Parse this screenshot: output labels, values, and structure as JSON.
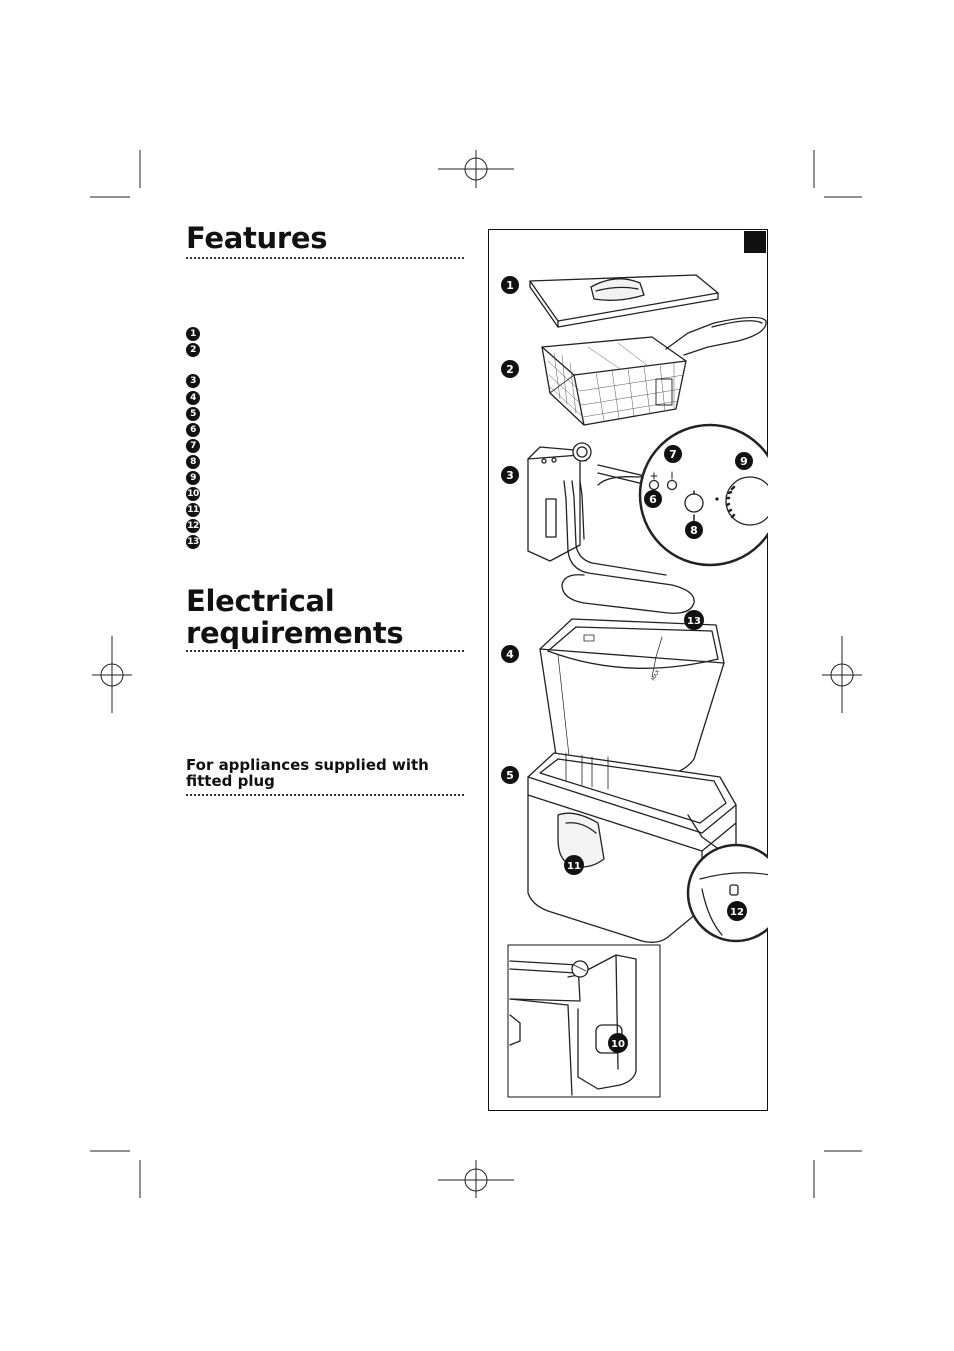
{
  "features": {
    "title": "Features",
    "list_numbers": [
      "1",
      "2",
      "3",
      "4",
      "5",
      "6",
      "7",
      "8",
      "9",
      "10",
      "11",
      "12",
      "13"
    ]
  },
  "electrical": {
    "title_line1": "Electrical",
    "title_line2": "requirements",
    "subheading": "For appliances supplied with fitted plug"
  },
  "figure": {
    "callouts": [
      "1",
      "2",
      "3",
      "4",
      "5",
      "6",
      "7",
      "8",
      "9",
      "10",
      "11",
      "12",
      "13"
    ]
  }
}
